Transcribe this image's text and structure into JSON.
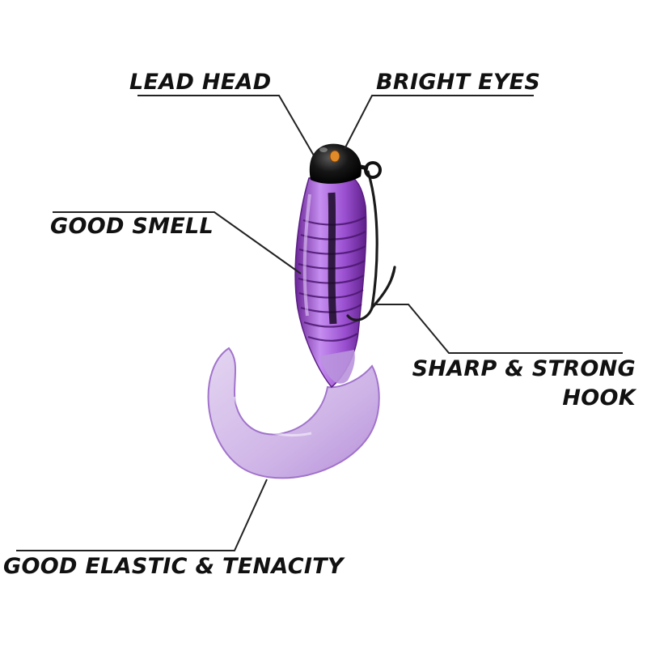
{
  "callouts": {
    "lead_head": "LEAD HEAD",
    "bright_eyes": "BRIGHT EYES",
    "good_smell": "GOOD SMELL",
    "hook_line1": "SHARP & STRONG",
    "hook_line2": "HOOK",
    "elastic": "GOOD ELASTIC & TENACITY"
  },
  "colors": {
    "body_purple": "#8a3fbf",
    "tail_lavender": "#d9c8ea",
    "head_black": "#111111",
    "eye_orange": "#e08a2a",
    "leader_line": "#222222"
  }
}
